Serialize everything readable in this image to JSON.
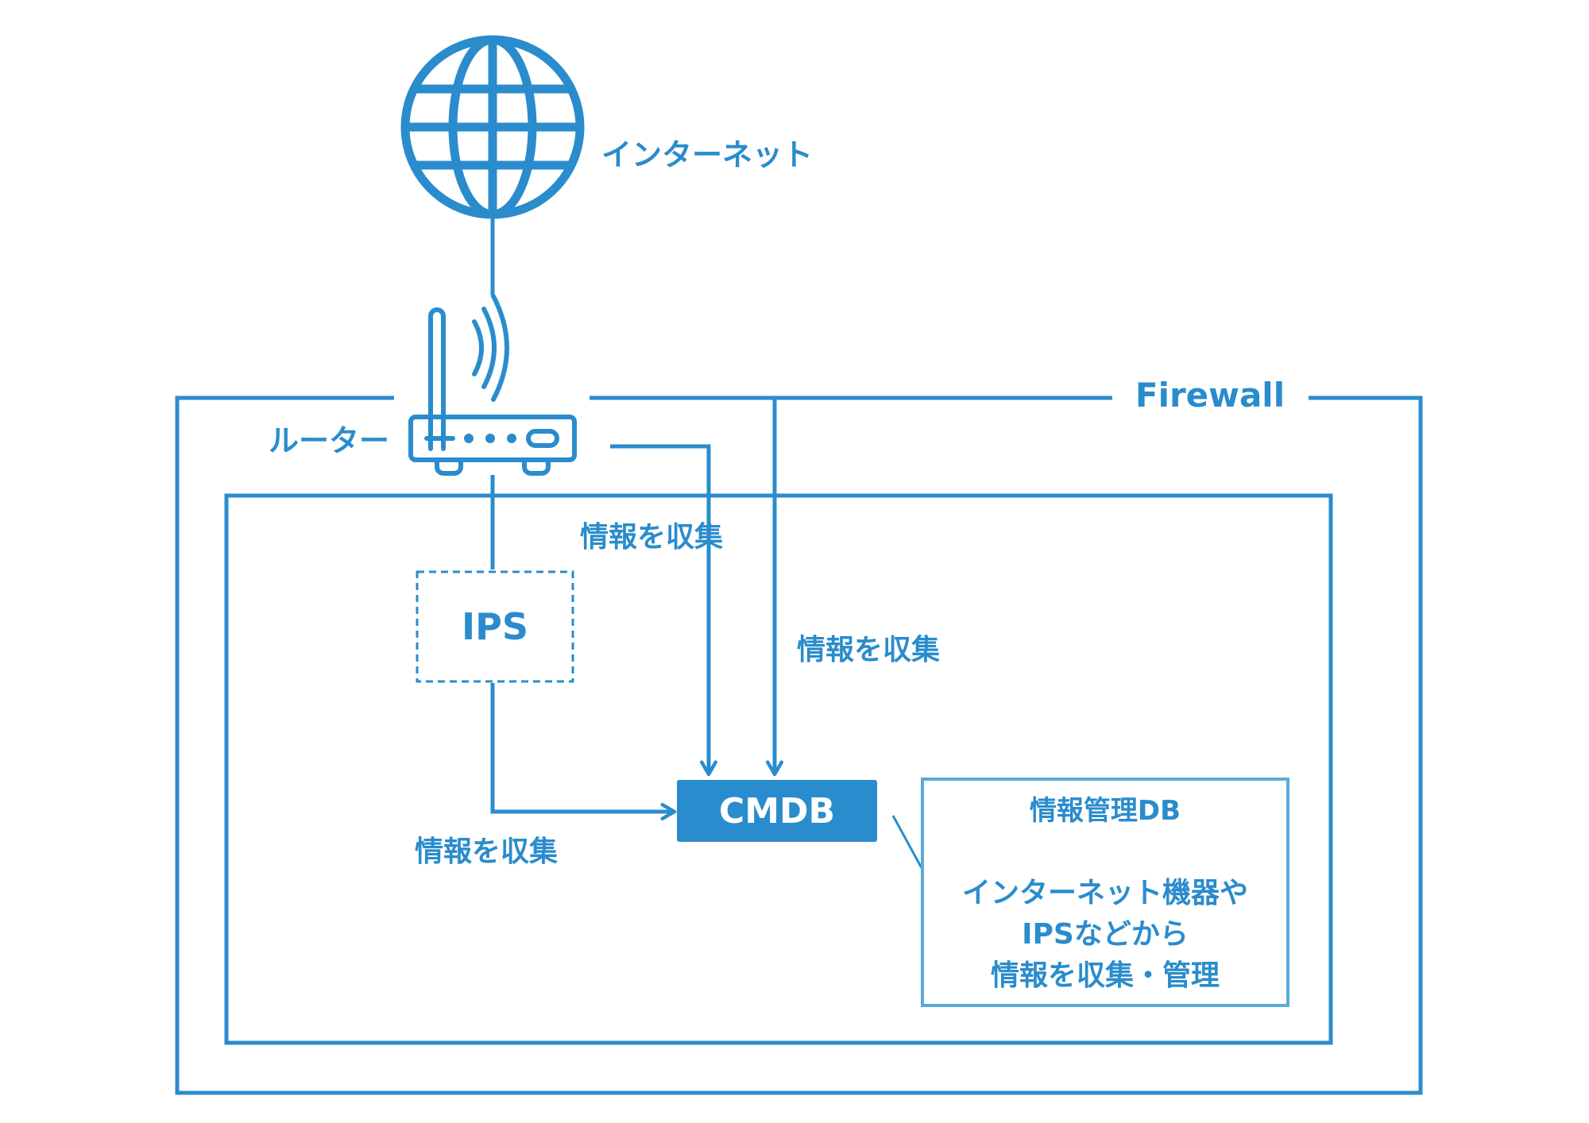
{
  "colors": {
    "primary": "#2a8ccc",
    "info_box_border": "#5aaad9",
    "background": "#ffffff"
  },
  "labels": {
    "internet": "インターネット",
    "router": "ルーター",
    "firewall": "Firewall",
    "ips": "IPS",
    "cmdb": "CMDB",
    "collect_router": "情報を収集",
    "collect_firewall": "情報を収集",
    "collect_ips": "情報を収集"
  },
  "info_box": {
    "title": "情報管理DB",
    "line1": "インターネット機器や",
    "line2": "IPSなどから",
    "line3": "情報を収集・管理"
  },
  "icons": {
    "internet": "globe-icon",
    "router": "wifi-router-icon"
  }
}
